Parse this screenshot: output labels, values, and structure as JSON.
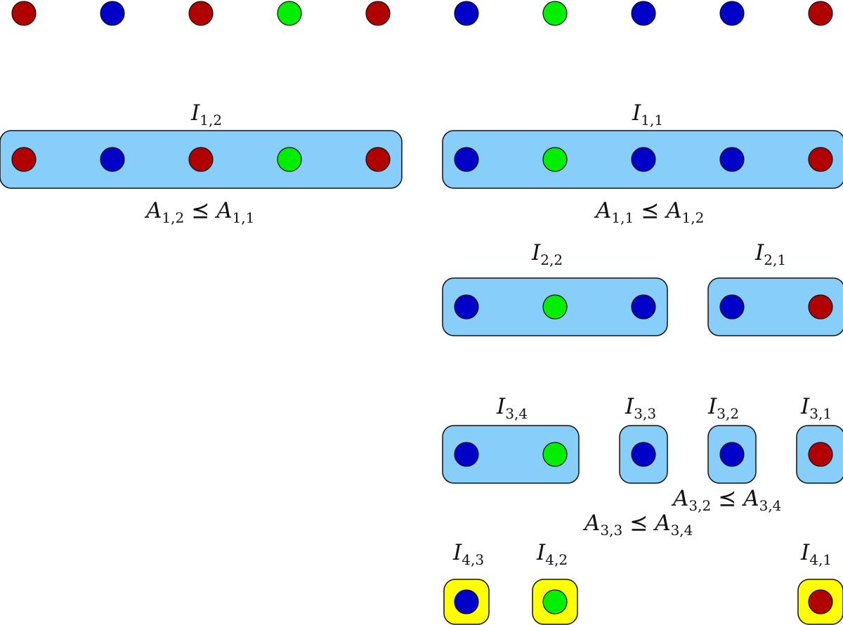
{
  "colors": {
    "red": "#b00000",
    "blue": "#0000c8",
    "green": "#00ee00",
    "interval_fill": "#87cefa",
    "leaf_fill": "#ffff00",
    "outline": "#111111"
  },
  "sequence": [
    "red",
    "blue",
    "red",
    "green",
    "red",
    "blue",
    "green",
    "blue",
    "blue",
    "red"
  ],
  "intervals": [
    {
      "id": "i12",
      "symbol": "I",
      "sub": "1,2",
      "kind": "interval",
      "dots": [
        "red",
        "blue",
        "red",
        "green",
        "red"
      ]
    },
    {
      "id": "i11",
      "symbol": "I",
      "sub": "1,1",
      "kind": "interval",
      "dots": [
        "blue",
        "green",
        "blue",
        "blue",
        "red"
      ]
    },
    {
      "id": "i22",
      "symbol": "I",
      "sub": "2,2",
      "kind": "interval",
      "dots": [
        "blue",
        "green",
        "blue"
      ]
    },
    {
      "id": "i21",
      "symbol": "I",
      "sub": "2,1",
      "kind": "interval",
      "dots": [
        "blue",
        "red"
      ]
    },
    {
      "id": "i34",
      "symbol": "I",
      "sub": "3,4",
      "kind": "interval",
      "dots": [
        "blue",
        "green"
      ]
    },
    {
      "id": "i33",
      "symbol": "I",
      "sub": "3,3",
      "kind": "interval",
      "dots": [
        "blue"
      ]
    },
    {
      "id": "i32",
      "symbol": "I",
      "sub": "3,2",
      "kind": "interval",
      "dots": [
        "blue"
      ]
    },
    {
      "id": "i31",
      "symbol": "I",
      "sub": "3,1",
      "kind": "interval",
      "dots": [
        "red"
      ]
    },
    {
      "id": "i43",
      "symbol": "I",
      "sub": "4,3",
      "kind": "leaf",
      "dots": [
        "blue"
      ]
    },
    {
      "id": "i42",
      "symbol": "I",
      "sub": "4,2",
      "kind": "leaf",
      "dots": [
        "green"
      ]
    },
    {
      "id": "i41",
      "symbol": "I",
      "sub": "4,1",
      "kind": "leaf",
      "dots": [
        "red"
      ]
    }
  ],
  "relations": [
    {
      "id": "r1",
      "lhs": "A",
      "lhs_sub": "1,2",
      "op": "⪯",
      "rhs": "A",
      "rhs_sub": "1,1"
    },
    {
      "id": "r2",
      "lhs": "A",
      "lhs_sub": "1,1",
      "op": "⪯",
      "rhs": "A",
      "rhs_sub": "1,2"
    },
    {
      "id": "r3",
      "lhs": "A",
      "lhs_sub": "3,2",
      "op": "⪯",
      "rhs": "A",
      "rhs_sub": "3,4"
    },
    {
      "id": "r4",
      "lhs": "A",
      "lhs_sub": "3,3",
      "op": "⪯",
      "rhs": "A",
      "rhs_sub": "3,4"
    }
  ]
}
